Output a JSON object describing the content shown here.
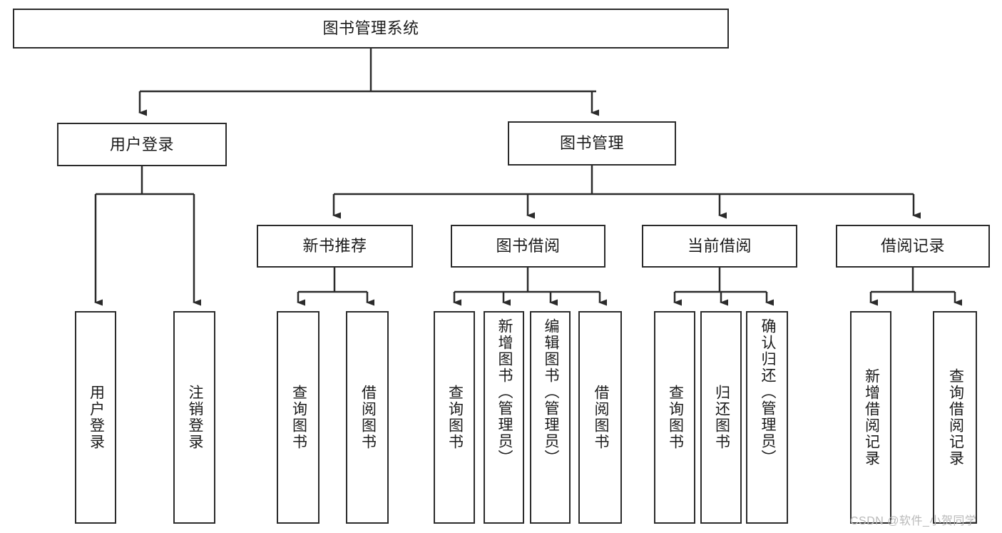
{
  "diagram": {
    "title": "图书管理系统",
    "type": "hierarchy-tree",
    "colors": {
      "stroke": "#2b2b2b",
      "fill": "#ffffff",
      "text": "#1b1b1b",
      "watermark": "#b9b9b9"
    },
    "root": {
      "label": "图书管理系统"
    },
    "level2": [
      {
        "label": "用户登录"
      },
      {
        "label": "图书管理"
      }
    ],
    "level3": [
      {
        "label": "新书推荐"
      },
      {
        "label": "图书借阅"
      },
      {
        "label": "当前借阅"
      },
      {
        "label": "借阅记录"
      }
    ],
    "leaves": {
      "user_login": [
        {
          "label": "用户登录"
        },
        {
          "label": "注销登录"
        }
      ],
      "new_book_recommend": [
        {
          "label": "查询图书"
        },
        {
          "label": "借阅图书"
        }
      ],
      "book_borrow": [
        {
          "label": "查询图书"
        },
        {
          "label": "新增图书（管理员）"
        },
        {
          "label": "编辑图书（管理员）"
        },
        {
          "label": "借阅图书"
        }
      ],
      "current_borrow": [
        {
          "label": "查询图书"
        },
        {
          "label": "归还图书"
        },
        {
          "label": "确认归还（管理员）"
        }
      ],
      "borrow_record": [
        {
          "label": "新增借阅记录"
        },
        {
          "label": "查询借阅记录"
        }
      ]
    }
  },
  "watermark": {
    "text": "CSDN @软件_小贺同学"
  }
}
